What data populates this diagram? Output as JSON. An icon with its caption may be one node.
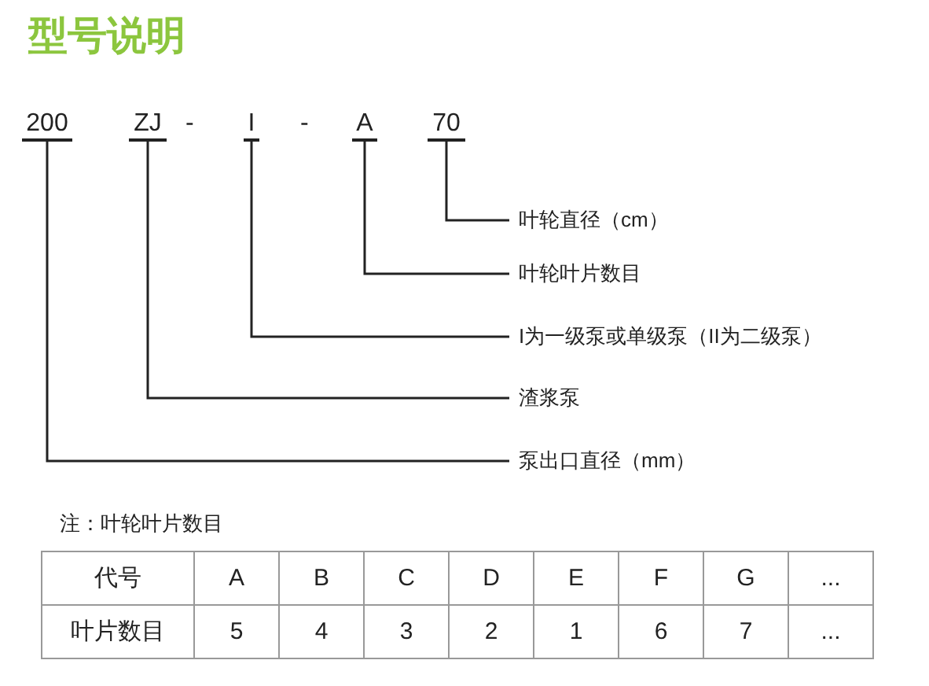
{
  "diagram": {
    "title": "型号说明",
    "nodes": [
      {
        "text": [
          "200"
        ]
      },
      {
        "text": [
          "ZJ"
        ]
      },
      {
        "text": [
          "I"
        ]
      },
      {
        "text": [
          "A"
        ]
      },
      {
        "text": [
          "70"
        ]
      },
      {
        "text": [
          "叶轮直径（cm）"
        ]
      },
      {
        "text": [
          "叶轮叶片数目"
        ]
      },
      {
        "text": [
          "I为一级泵或单级泵（II为二级泵）"
        ]
      },
      {
        "text": [
          "渣浆泵"
        ]
      },
      {
        "text": [
          "泵出口直径（mm）"
        ]
      }
    ],
    "edges": [
      {
        "from": 4,
        "to": 5,
        "arrow": "none"
      },
      {
        "from": 3,
        "to": 6,
        "arrow": "none"
      },
      {
        "from": 2,
        "to": 7,
        "arrow": "none"
      },
      {
        "from": 1,
        "to": 8,
        "arrow": "none"
      },
      {
        "from": 0,
        "to": 9,
        "arrow": "none"
      }
    ],
    "labels": [
      "-",
      "-",
      "注：叶轮叶片数目",
      "代号",
      "A",
      "B",
      "C",
      "D",
      "E",
      "F",
      "G",
      "...",
      "叶片数目",
      "5",
      "4",
      "3",
      "2",
      "1",
      "6",
      "7",
      "..."
    ]
  }
}
